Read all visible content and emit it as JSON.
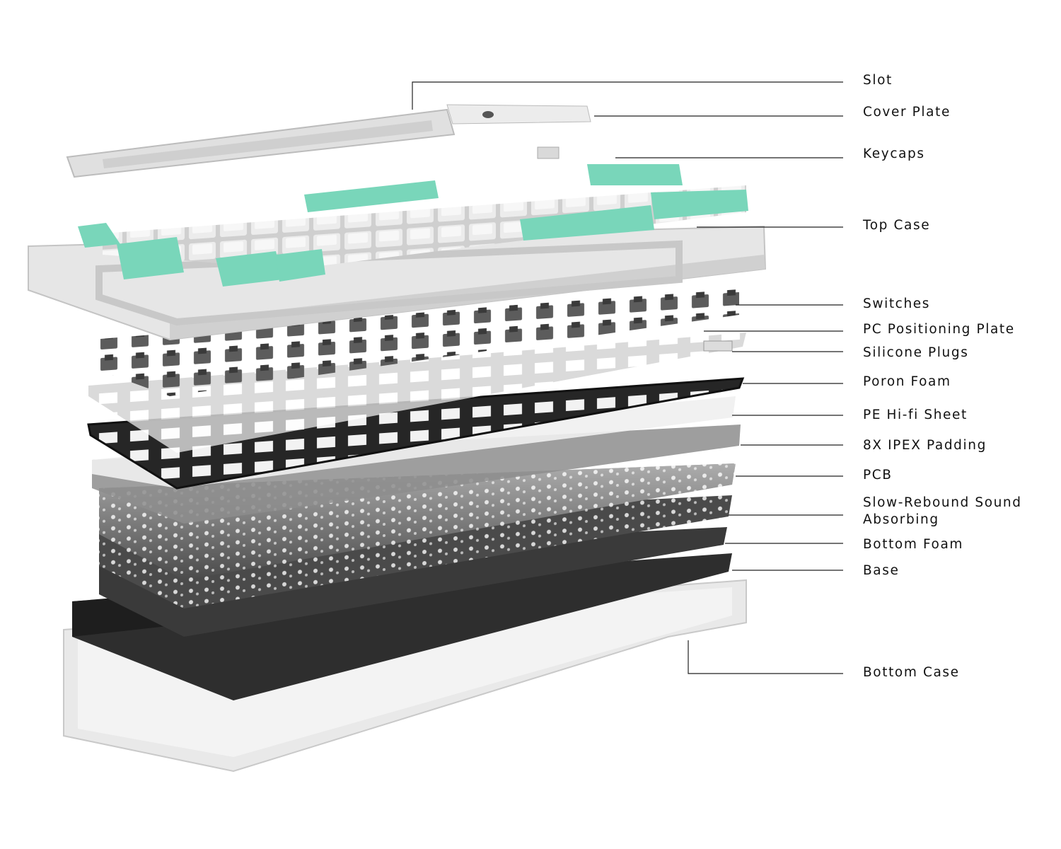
{
  "labels": {
    "slot": "Slot",
    "cover_plate": "Cover Plate",
    "keycaps": "Keycaps",
    "top_case": "Top Case",
    "switches": "Switches",
    "pc_positioning_plate": "PC Positioning Plate",
    "silicone_plugs": "Silicone Plugs",
    "poron_foam": "Poron Foam",
    "pe_hifi_sheet": "PE Hi-fi Sheet",
    "ipex_padding": "8X IPEX Padding",
    "pcb": "PCB",
    "slow_rebound_line1": "Slow-Rebound Sound",
    "slow_rebound_line2": "Absorbing",
    "bottom_foam": "Bottom Foam",
    "base": "Base",
    "bottom_case": "Bottom Case"
  },
  "colors": {
    "keycap_accent": "#79d6ba",
    "keycap_main": "#e4e4e4",
    "case": "#e9e9e9",
    "foam": "#262626"
  }
}
